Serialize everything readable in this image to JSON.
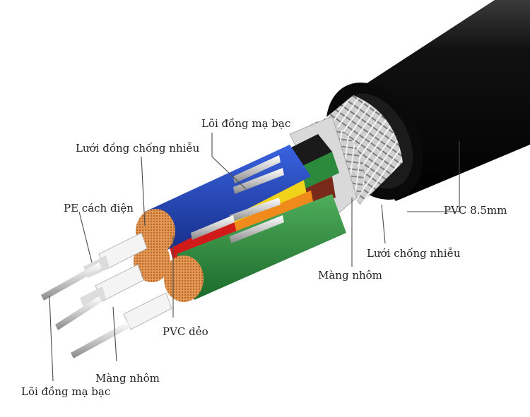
{
  "labels": {
    "loi_dong_top": "Lõi đồng mạ bạc",
    "luoi_dong": "Lưới đồng chống nhiễu",
    "pe": "PE cách điện",
    "pvc_85": "PVC 8.5mm",
    "luoi_chong_nhieu": "Lưới chống nhiễu",
    "mang_nhom_right": "Màng nhôm",
    "pvc_deo": "PVC dẻo",
    "mang_nhom_bottom": "Màng nhôm",
    "loi_dong_bottom": "Lõi đồng mạ bạc"
  },
  "colors": {
    "jacket": "#0d0d0d",
    "braid": "#c9c9c9",
    "blue_wire": "#1f3fb3",
    "green_wire": "#2e8b3e",
    "copper": "#d98c4a",
    "red_wire": "#d11a1a",
    "yellow_wire": "#f0d21a",
    "orange_wire": "#f08a1a"
  }
}
